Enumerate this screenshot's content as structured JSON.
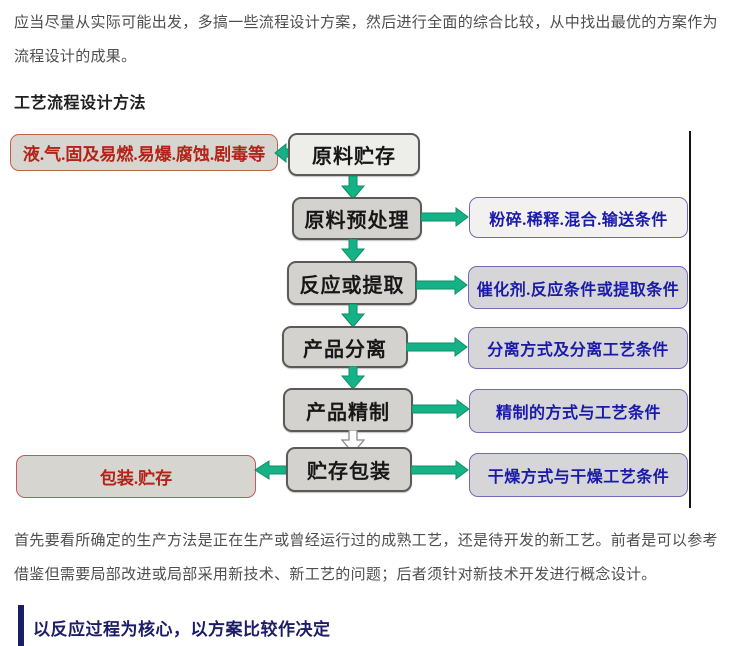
{
  "article": {
    "intro_paragraph": "应当尽量从实际可能出发，多搞一些流程设计方案，然后进行全面的综合比较，从中找出最优的方案作为流程设计的成果。",
    "section_heading": "工艺流程设计方法",
    "body_paragraph": "首先要看所确定的生产方法是正在生产或曾经运行过的成熟工艺，还是待开发的新工艺。前者是可以参考借鉴但需要局部改进或局部采用新技术、新工艺的问题；后者须针对新技术开发进行概念设计。",
    "footer_heading": "以反应过程为核心，以方案比较作决定"
  },
  "flowchart": {
    "main_steps": [
      "原料贮存",
      "原料预处理",
      "反应或提取",
      "产品分离",
      "产品精制",
      "贮存包装"
    ],
    "left_notes": [
      {
        "text": "液.气.固及易燃.易爆.腐蚀.剧毒等",
        "attached_to": "原料贮存"
      },
      {
        "text": "包装.贮存",
        "attached_to": "贮存包装"
      }
    ],
    "right_notes": [
      {
        "text": "粉碎.稀释.混合.输送条件",
        "attached_to": "原料预处理"
      },
      {
        "text": "催化剂.反应条件或提取条件",
        "attached_to": "反应或提取"
      },
      {
        "text": "分离方式及分离工艺条件",
        "attached_to": "产品分离"
      },
      {
        "text": "精制的方式与工艺条件",
        "attached_to": "产品精制"
      },
      {
        "text": "干燥方式与干燥工艺条件",
        "attached_to": "贮存包装"
      }
    ],
    "colors": {
      "arrow_green": "#16b287",
      "arrow_green_outline": "#0e8f63",
      "note_red_text": "#b22318",
      "note_blue_text": "#1a1aaa",
      "center_box_fill": "#d3d2cf",
      "navy_accent": "#1c1c68"
    }
  }
}
